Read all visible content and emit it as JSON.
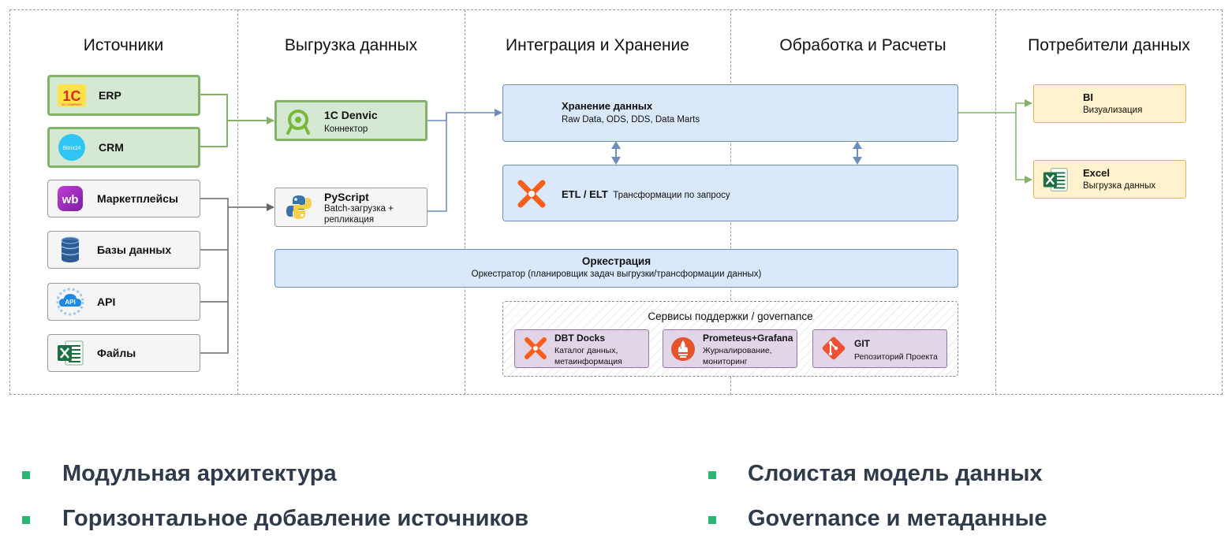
{
  "columns": [
    {
      "title": "Источники"
    },
    {
      "title": "Выгрузка данных"
    },
    {
      "title": "Интеграция и Хранение"
    },
    {
      "title": "Обработка и Расчеты"
    },
    {
      "title": "Потребители данных"
    }
  ],
  "sources": [
    {
      "label": "ERP",
      "icon": "1c-logo-icon",
      "highlight": true
    },
    {
      "label": "CRM",
      "icon": "bitrix24-icon",
      "highlight": true
    },
    {
      "label": "Маркетплейсы",
      "icon": "wildberries-icon",
      "highlight": false
    },
    {
      "label": "Базы данных",
      "icon": "database-icon",
      "highlight": false
    },
    {
      "label": "API",
      "icon": "api-cloud-icon",
      "highlight": false
    },
    {
      "label": "Файлы",
      "icon": "excel-icon",
      "highlight": false
    }
  ],
  "logo_text": {
    "c1": "1C",
    "c1_sub": "1C COMPANY",
    "bitrix": "Bitrix24",
    "wb": "wb",
    "api": "API"
  },
  "extract": {
    "denvic": {
      "title": "1C Denvic",
      "subtitle": "Коннектор"
    },
    "pyscript": {
      "title": "PyScript",
      "subtitle_line1": "Batch-загрузка +",
      "subtitle_line2": "репликация"
    }
  },
  "storage": {
    "title": "Хранение данных",
    "subtitle": "Raw Data, ODS, DDS, Data Marts"
  },
  "etl": {
    "title": "ETL / ELT",
    "subtitle": "Трансформации по запросу"
  },
  "orchestration": {
    "title": "Оркестрация",
    "subtitle": "Оркестратор (планировщик задач выгрузки/трансформации данных)"
  },
  "governance": {
    "title": "Сервисы поддержки / governance",
    "items": [
      {
        "title": "DBT Docks",
        "line1": "Каталог данных,",
        "line2": "метаинформация"
      },
      {
        "title": "Prometeus+Grafana",
        "line1": "Журналирование,",
        "line2": "мониторинг"
      },
      {
        "title": "GIT",
        "line1": "Репозиторий Проекта",
        "line2": ""
      }
    ]
  },
  "consumers": [
    {
      "title": "BI",
      "subtitle": "Визуализация"
    },
    {
      "title": "Excel",
      "subtitle": "Выгрузка данных"
    }
  ],
  "bullets": [
    "Модульная архитектура",
    "Горизонтальное добавление источников",
    "Слоистая модель данных",
    "Governance и метаданные"
  ],
  "colors": {
    "green_fill": "#d5e8d4",
    "green_stroke": "#82b366",
    "blue_fill": "#dae8fc",
    "blue_stroke": "#6c8ebf",
    "yellow_fill": "#fff2cc",
    "purple_fill": "#e1d5e7",
    "bullet": "#2bb673"
  }
}
